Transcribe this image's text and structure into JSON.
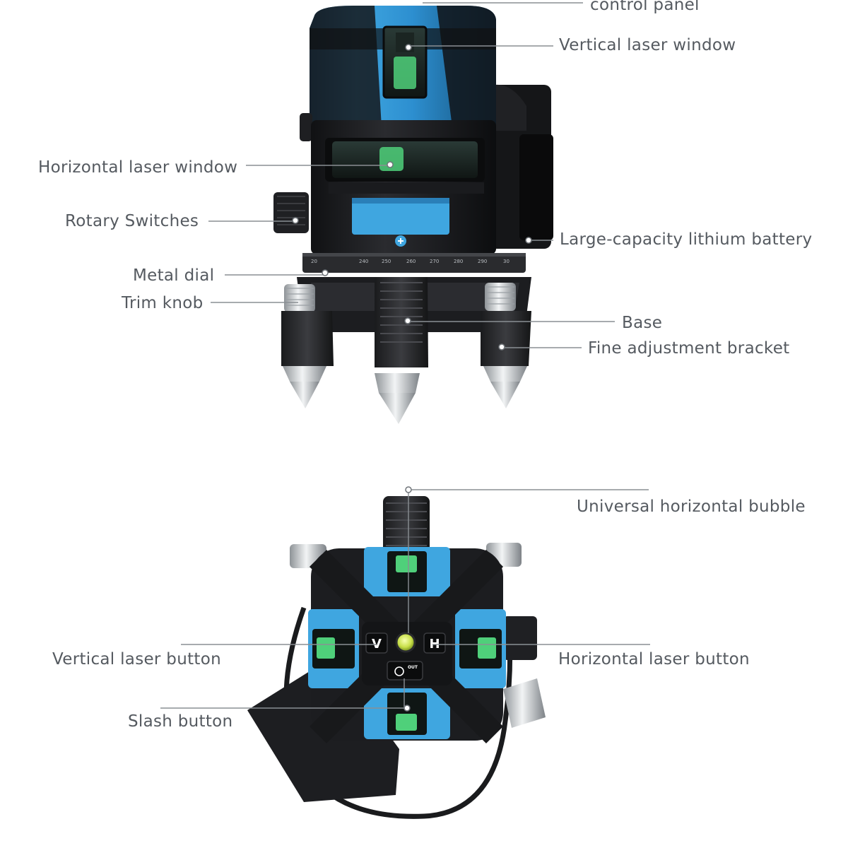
{
  "labels": {
    "control_panel": "control panel",
    "vertical_laser_window": "Vertical laser window",
    "horizontal_laser_window": "Horizontal laser window",
    "rotary_switches": "Rotary Switches",
    "lithium_battery": "Large-capacity lithium battery",
    "metal_dial": "Metal dial",
    "trim_knob": "Trim knob",
    "base": "Base",
    "fine_adjustment_bracket": "Fine adjustment bracket",
    "universal_horizontal_bubble": "Universal horizontal bubble",
    "vertical_laser_button": "Vertical laser button",
    "horizontal_laser_button": "Horizontal laser button",
    "slash_button": "Slash button"
  },
  "buttons": {
    "v": "V",
    "h": "H",
    "out": "OUT"
  },
  "dial_ticks": [
    "20",
    "240",
    "250",
    "260",
    "270",
    "280",
    "290",
    "30"
  ],
  "colors": {
    "blue": "#3fa6e0",
    "dark_blue": "#1e6fa3",
    "body_black": "#1c1d20",
    "laser_green": "#4fd07a",
    "metal": "#cfd3d6"
  }
}
